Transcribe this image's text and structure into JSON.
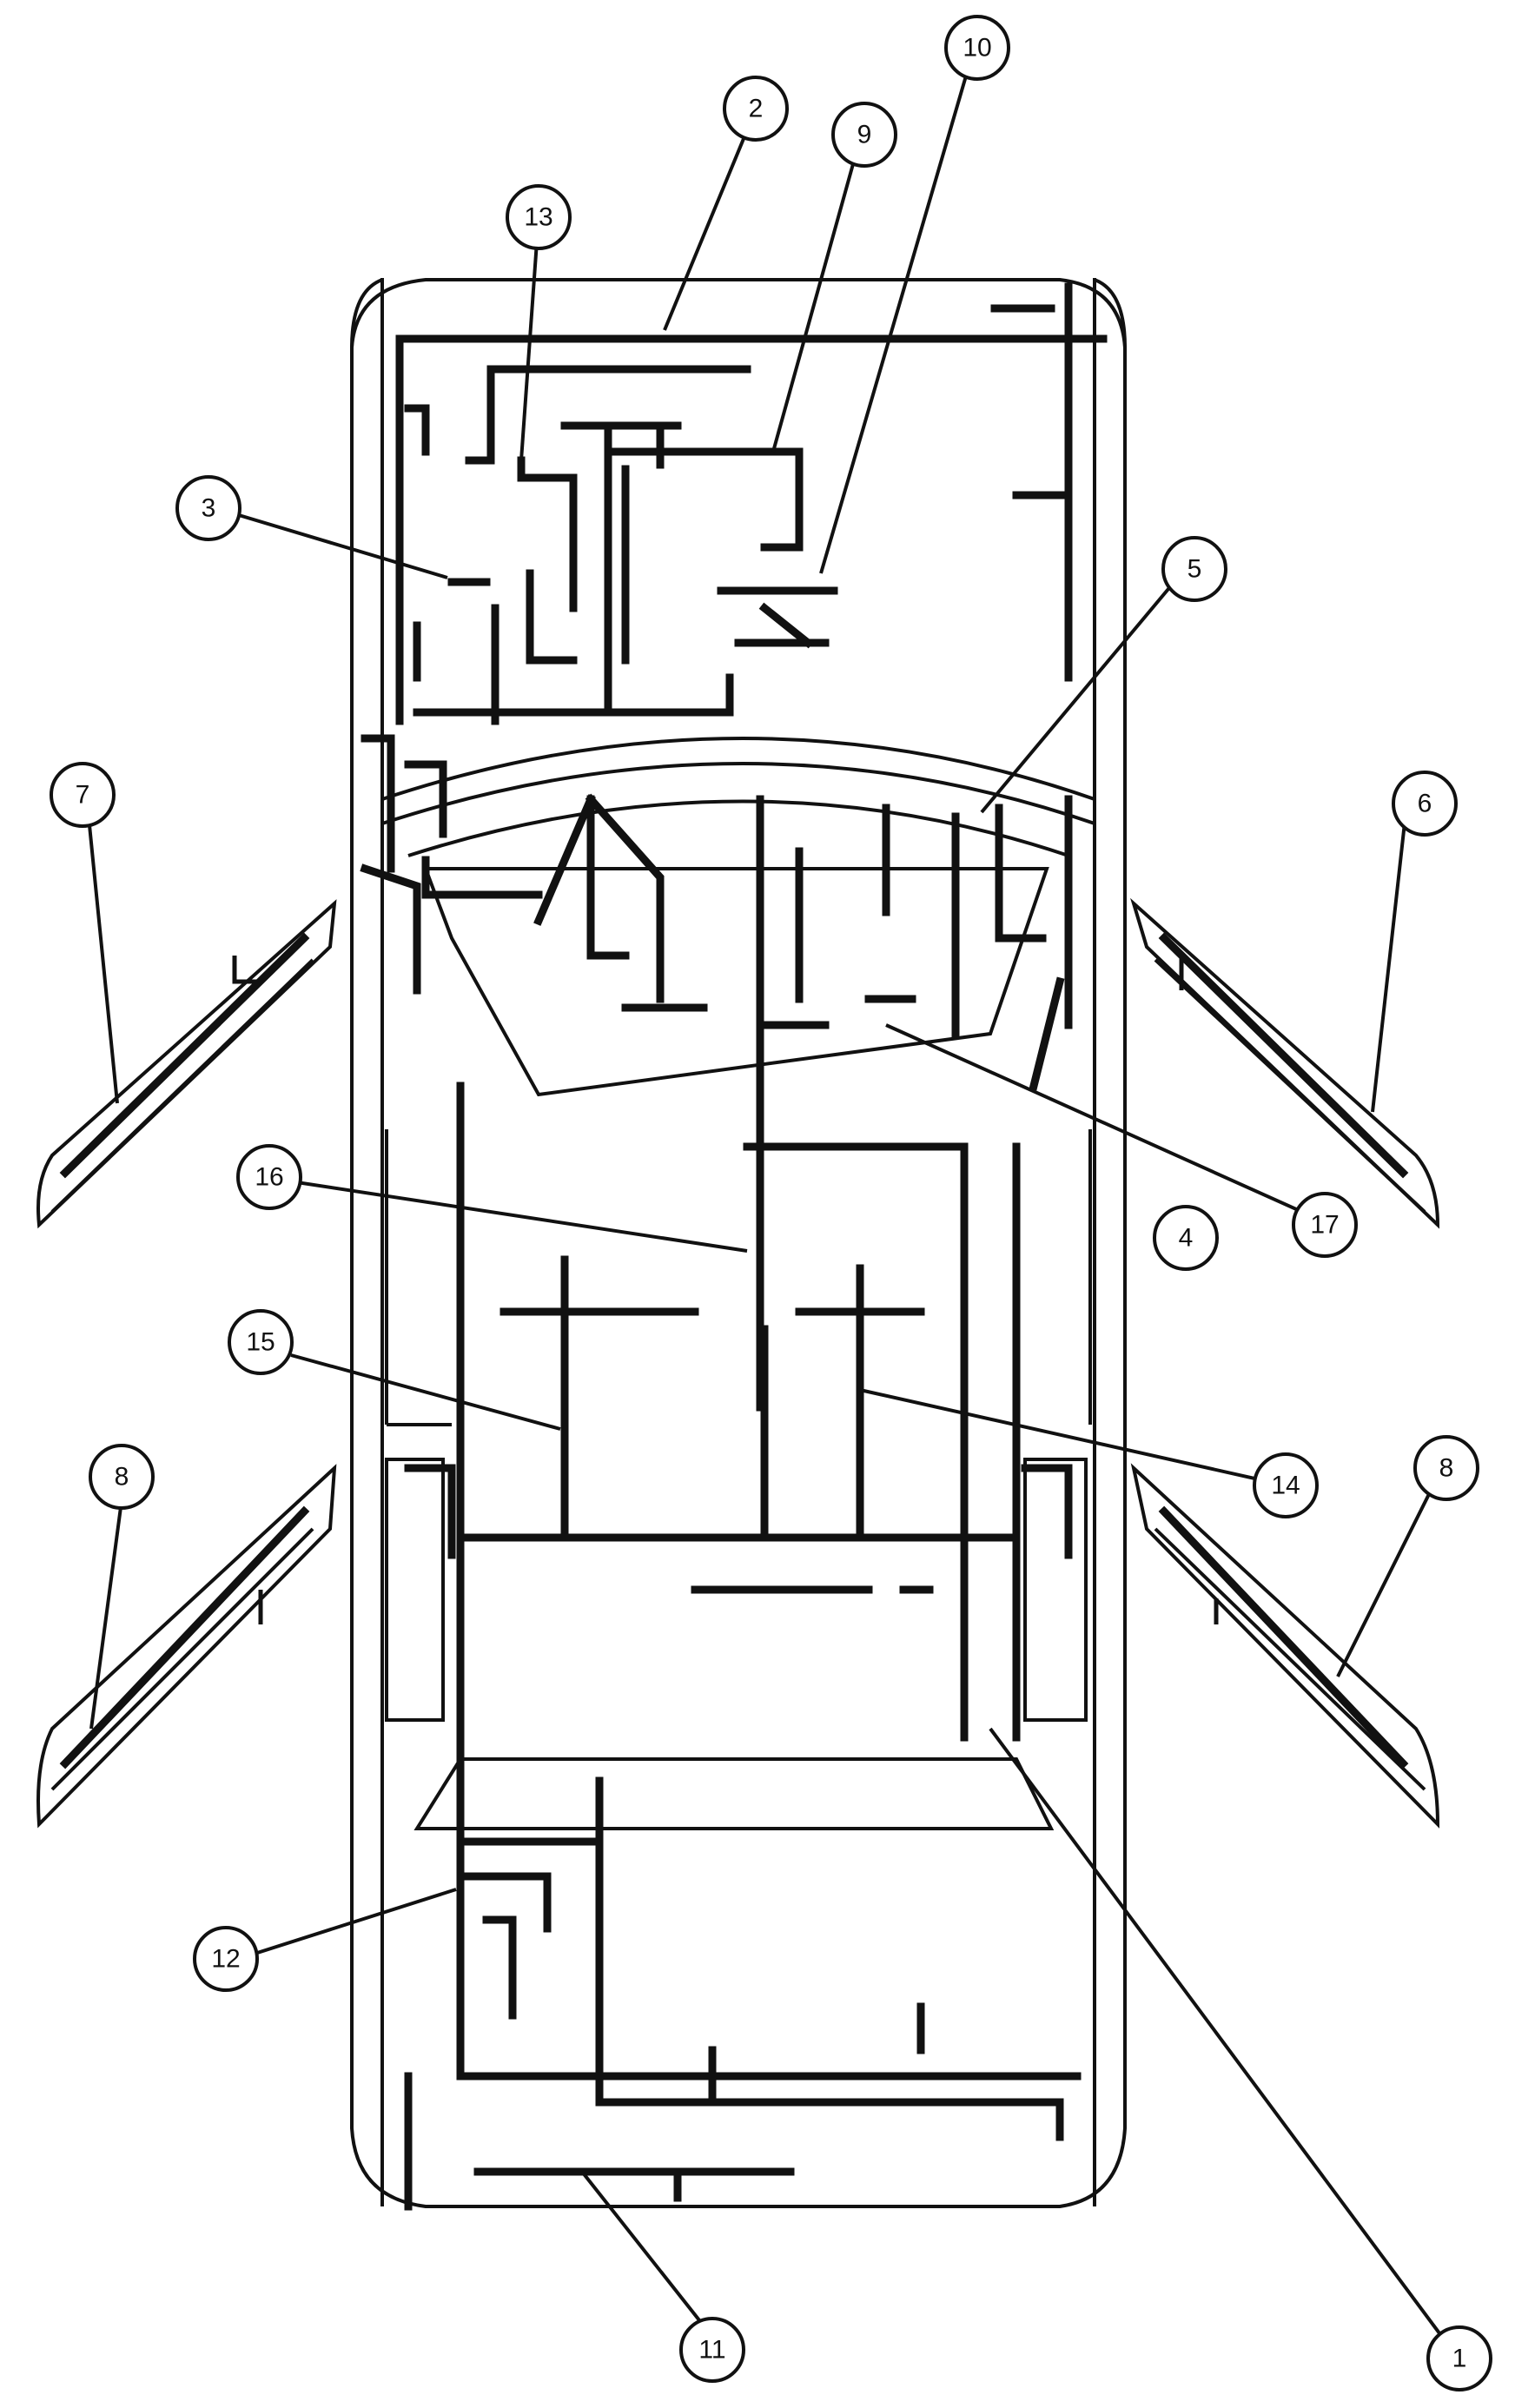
{
  "callouts": [
    {
      "id": "c1",
      "label": "1"
    },
    {
      "id": "c2",
      "label": "2"
    },
    {
      "id": "c3",
      "label": "3"
    },
    {
      "id": "c4",
      "label": "4"
    },
    {
      "id": "c5",
      "label": "5"
    },
    {
      "id": "c6",
      "label": "6"
    },
    {
      "id": "c7",
      "label": "7"
    },
    {
      "id": "c8a",
      "label": "8"
    },
    {
      "id": "c8b",
      "label": "8"
    },
    {
      "id": "c9",
      "label": "9"
    },
    {
      "id": "c10",
      "label": "10"
    },
    {
      "id": "c11",
      "label": "11"
    },
    {
      "id": "c12",
      "label": "12"
    },
    {
      "id": "c13",
      "label": "13"
    },
    {
      "id": "c14",
      "label": "14"
    },
    {
      "id": "c15",
      "label": "15"
    },
    {
      "id": "c16",
      "label": "16"
    },
    {
      "id": "c17",
      "label": "17"
    }
  ]
}
